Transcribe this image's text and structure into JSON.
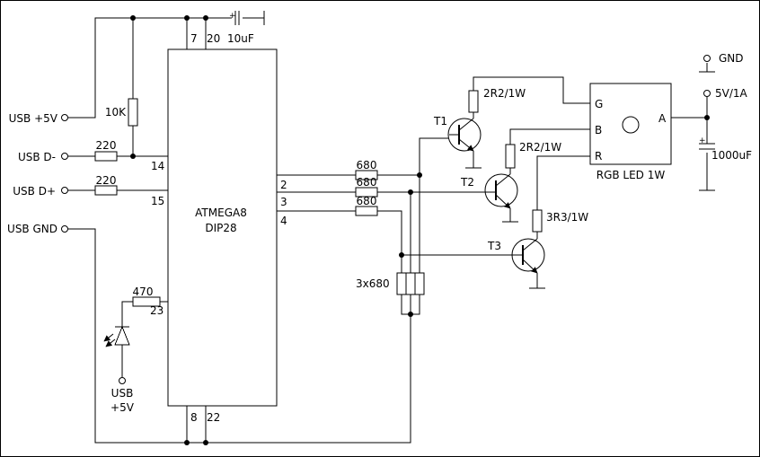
{
  "connectors": {
    "usb_5v": "USB +5V",
    "usb_dminus": "USB D-",
    "usb_dplus": "USB D+",
    "usb_gnd": "USB GND",
    "usb_led_l1": "USB",
    "usb_led_l2": "+5V",
    "gnd": "GND",
    "supply": "5V/1A"
  },
  "mcu": {
    "name": "ATMEGA8",
    "package": "DIP28",
    "pins": {
      "p7": "7",
      "p20": "20",
      "p14": "14",
      "p15": "15",
      "p23": "23",
      "p2": "2",
      "p3": "3",
      "p4": "4",
      "p8": "8",
      "p22": "22"
    }
  },
  "components": {
    "cap_top": "10uF",
    "r_pullup": "10K",
    "r_dminus": "220",
    "r_dplus": "220",
    "r_led": "470",
    "r_out1": "680",
    "r_out2": "680",
    "r_out3": "680",
    "r_array": "3x680",
    "r_t1": "2R2/1W",
    "r_t2": "2R2/1W",
    "r_t3": "3R3/1W",
    "cap_supply": "1000uF",
    "polarity_plus": "+"
  },
  "transistors": {
    "t1": "T1",
    "t2": "T2",
    "t3": "T3"
  },
  "rgb_led": {
    "title": "RGB LED 1W",
    "pin_g": "G",
    "pin_b": "B",
    "pin_r": "R",
    "pin_a": "A"
  }
}
